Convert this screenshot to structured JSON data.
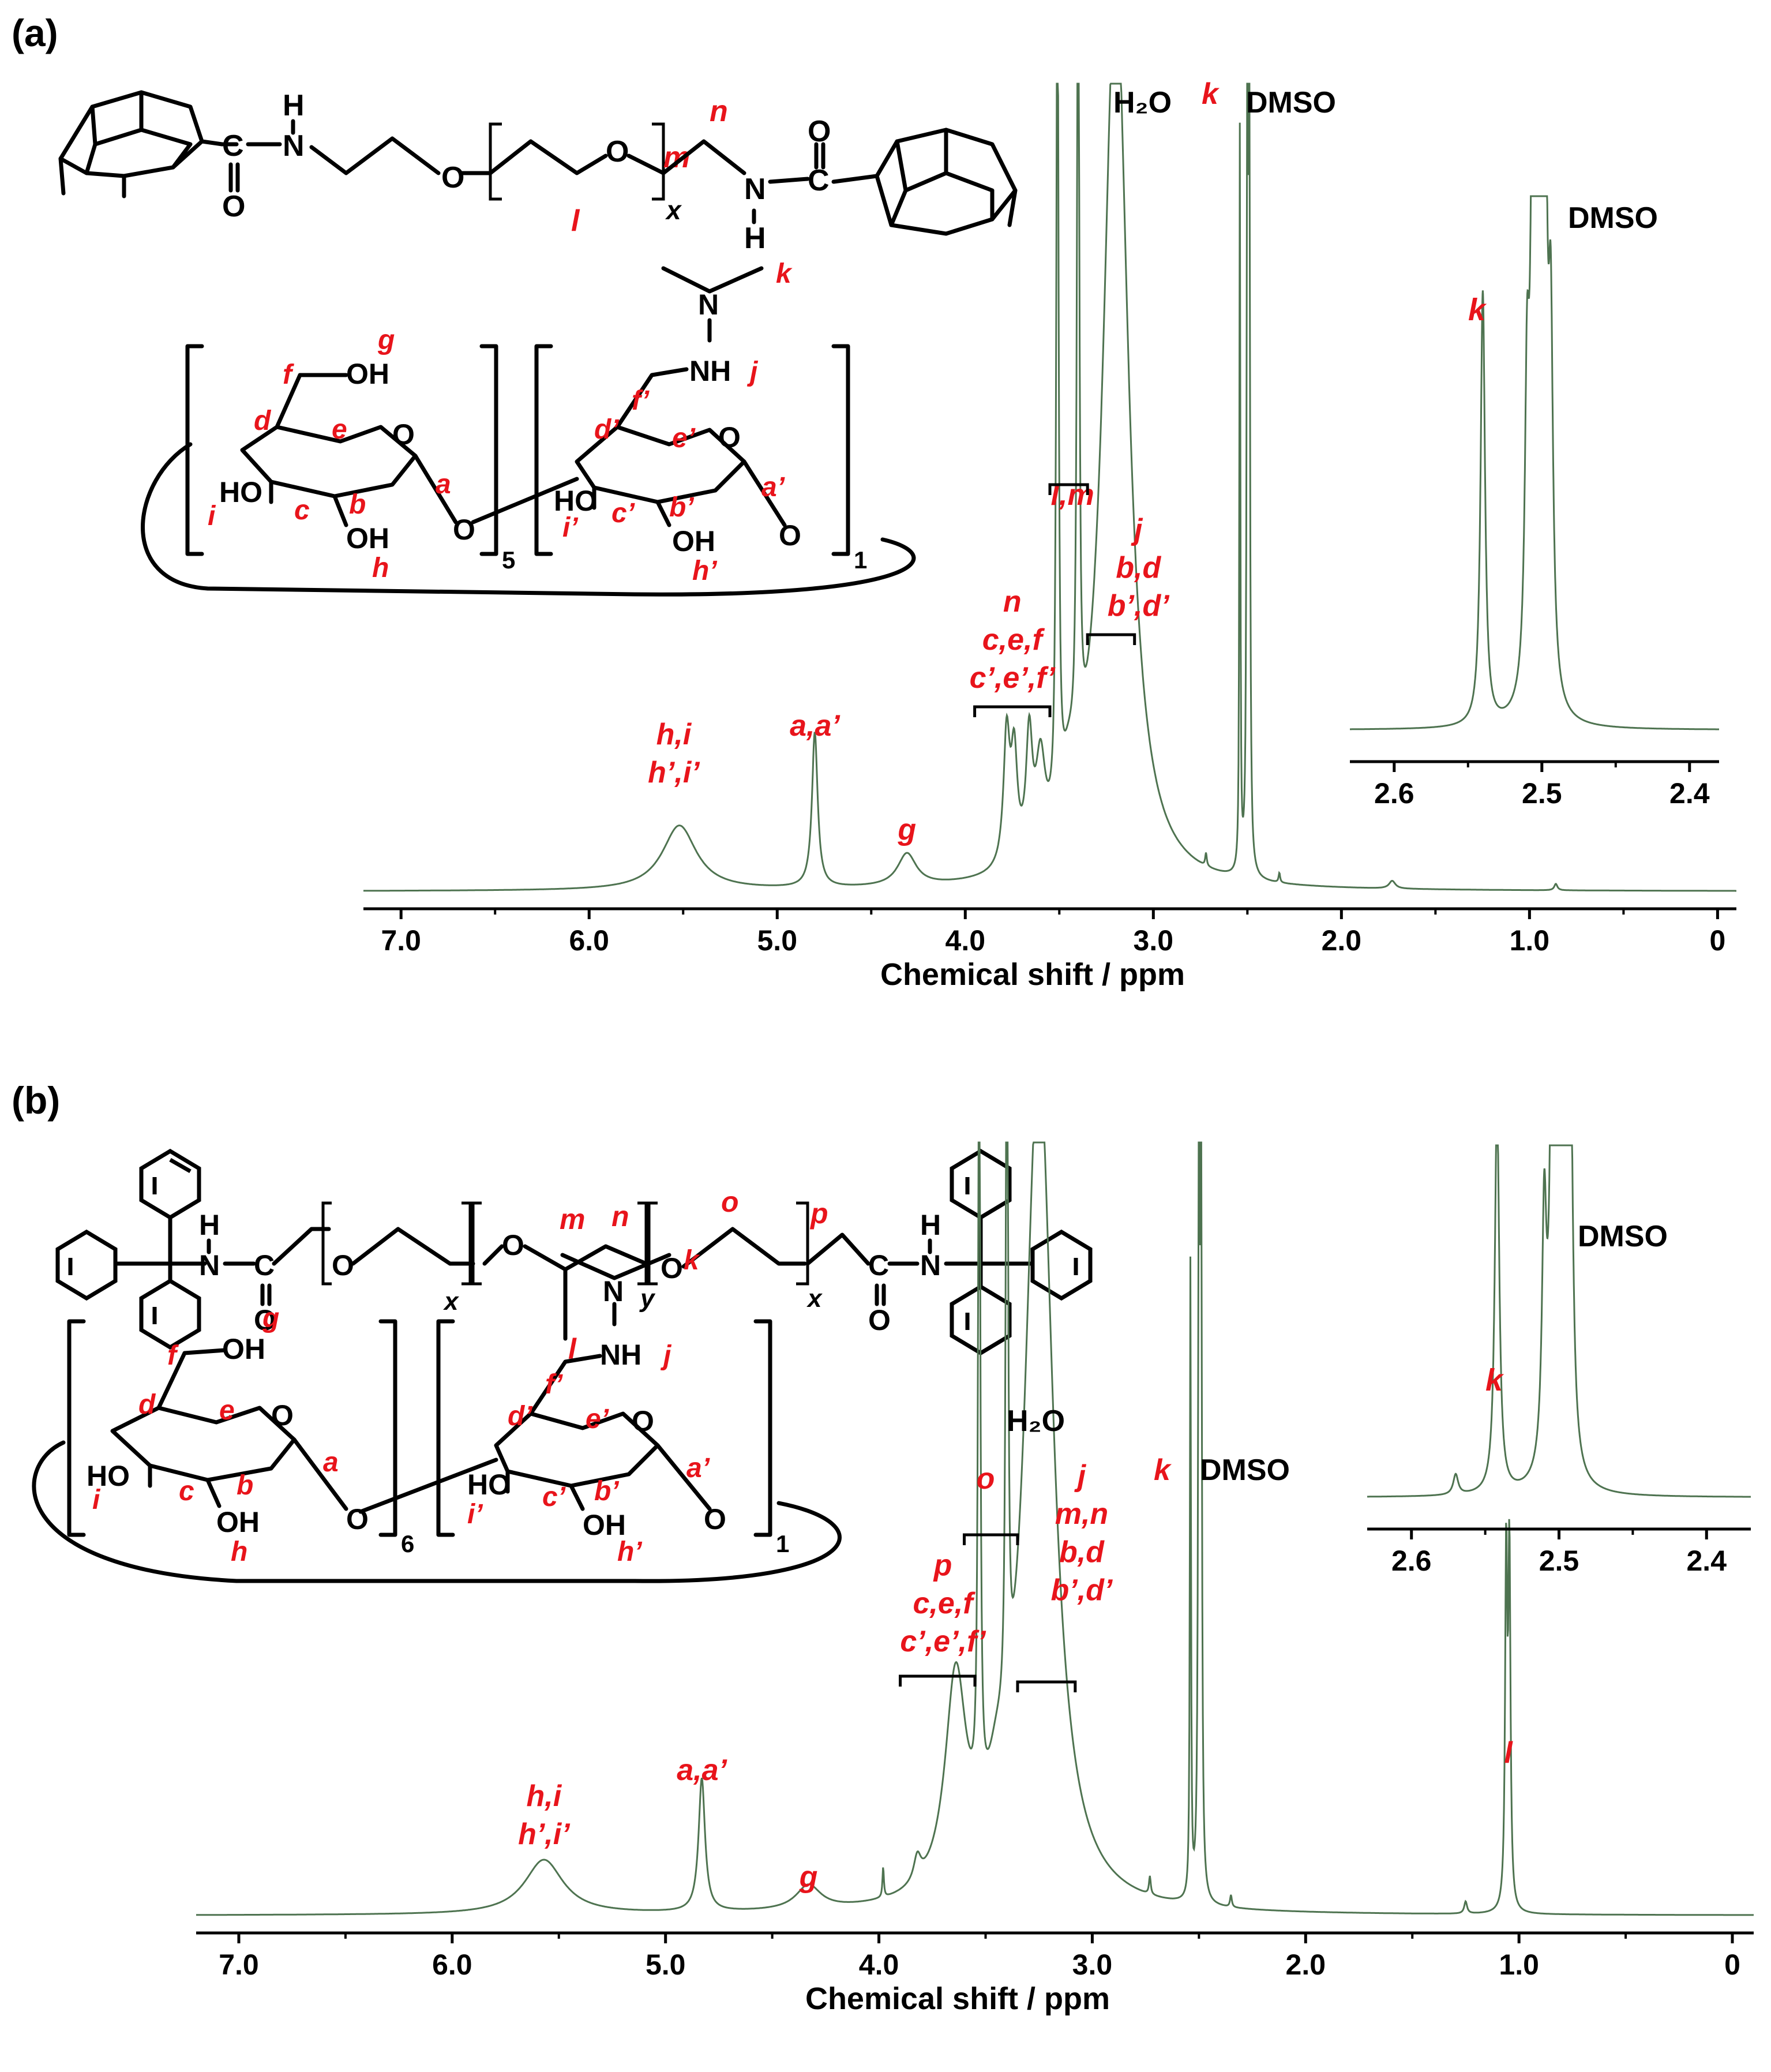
{
  "panels": [
    {
      "label": "(a)",
      "solvent_labels": {
        "water": "H₂O",
        "dmso": "DMSO",
        "k": "k"
      },
      "chart_data": {
        "type": "line",
        "xlabel": "Chemical shift / ppm",
        "xlim": [
          7.2,
          -0.1
        ],
        "xticks": [
          "7.0",
          "6.0",
          "5.0",
          "4.0",
          "3.0",
          "2.0",
          "1.0",
          "0"
        ],
        "peaks": [
          {
            "ppm": 5.52,
            "h": 0.1,
            "w": 0.11
          },
          {
            "ppm": 4.8,
            "h": 0.24,
            "w": 0.018
          },
          {
            "ppm": 4.31,
            "h": 0.05,
            "w": 0.06
          },
          {
            "ppm": 3.78,
            "h": 0.2,
            "w": 0.02
          },
          {
            "ppm": 3.74,
            "h": 0.16,
            "w": 0.02
          },
          {
            "ppm": 3.66,
            "h": 0.18,
            "w": 0.02
          },
          {
            "ppm": 3.6,
            "h": 0.14,
            "w": 0.03
          },
          {
            "ppm": 3.51,
            "h": 1.4,
            "w": 0.007
          },
          {
            "ppm": 3.4,
            "h": 1.4,
            "w": 0.007
          },
          {
            "ppm": 3.2,
            "h": 1.4,
            "w": 0.08
          },
          {
            "ppm": 3.45,
            "h": 0.08,
            "w": 0.05
          },
          {
            "ppm": 2.54,
            "h": 1.15,
            "w": 0.003
          },
          {
            "ppm": 2.5,
            "h": 1.4,
            "w": 0.004
          },
          {
            "ppm": 2.49,
            "h": 1.3,
            "w": 0.004
          },
          {
            "ppm": 2.72,
            "h": 0.02,
            "w": 0.005
          },
          {
            "ppm": 2.33,
            "h": 0.015,
            "w": 0.005
          },
          {
            "ppm": 1.73,
            "h": 0.012,
            "w": 0.02
          },
          {
            "ppm": 0.86,
            "h": 0.01,
            "w": 0.01
          }
        ],
        "annotations": [
          {
            "lines": [
              "h,i",
              "h’,i’"
            ],
            "ppm": 5.55
          },
          {
            "lines": [
              "a,a’"
            ],
            "ppm": 4.8
          },
          {
            "lines": [
              "g"
            ],
            "ppm": 4.31
          },
          {
            "lines": [
              "n",
              "c,e,f",
              "c’,e’,f’"
            ],
            "ppm": 3.75
          },
          {
            "lines": [
              "l,m"
            ],
            "ppm": 3.43
          },
          {
            "lines": [
              "j",
              "b,d",
              "b’,d’"
            ],
            "ppm": 3.08
          }
        ]
      },
      "inset": {
        "labels": {
          "k": "k",
          "dmso": "DMSO"
        },
        "chart_data": {
          "type": "line",
          "xlim": [
            2.63,
            2.38
          ],
          "xticks": [
            "2.6",
            "2.5",
            "2.4"
          ],
          "peaks": [
            {
              "ppm": 2.54,
              "h": 0.8,
              "w": 0.0018
            },
            {
              "ppm": 2.51,
              "h": 0.52,
              "w": 0.0018
            },
            {
              "ppm": 2.506,
              "h": 1.1,
              "w": 0.0018
            },
            {
              "ppm": 2.502,
              "h": 1.1,
              "w": 0.0018
            },
            {
              "ppm": 2.498,
              "h": 1.1,
              "w": 0.0018
            },
            {
              "ppm": 2.494,
              "h": 0.62,
              "w": 0.0018
            }
          ]
        }
      },
      "structure": {
        "top_chain": [
          "C",
          "O",
          "N",
          "H",
          "O",
          "O",
          "x",
          "N",
          "H",
          "C",
          "O"
        ],
        "top_red": [
          "l",
          "m",
          "n"
        ],
        "cd_black": [
          "OH",
          "O",
          "HO",
          "OH",
          "O",
          "5",
          "N",
          "NH",
          "O",
          "HO",
          "OH",
          "O",
          "1"
        ],
        "cd_red": [
          "g",
          "f",
          "d",
          "e",
          "a",
          "b",
          "c",
          "i",
          "h",
          "k",
          "j",
          "f’",
          "d’",
          "e’",
          "a’",
          "b’",
          "c’",
          "i’",
          "h’"
        ]
      }
    },
    {
      "label": "(b)",
      "solvent_labels": {
        "water": "H₂O",
        "dmso": "DMSO",
        "k": "k"
      },
      "chart_data": {
        "type": "line",
        "xlabel": "Chemical shift / ppm",
        "xlim": [
          7.2,
          -0.1
        ],
        "xticks": [
          "7.0",
          "6.0",
          "5.0",
          "4.0",
          "3.0",
          "2.0",
          "1.0",
          "0"
        ],
        "peaks": [
          {
            "ppm": 5.57,
            "h": 0.09,
            "w": 0.11
          },
          {
            "ppm": 4.83,
            "h": 0.22,
            "w": 0.018
          },
          {
            "ppm": 4.33,
            "h": 0.04,
            "w": 0.07
          },
          {
            "ppm": 3.64,
            "h": 0.35,
            "w": 0.06
          },
          {
            "ppm": 3.82,
            "h": 0.04,
            "w": 0.02
          },
          {
            "ppm": 3.98,
            "h": 0.05,
            "w": 0.004
          },
          {
            "ppm": 3.53,
            "h": 1.4,
            "w": 0.006
          },
          {
            "ppm": 3.4,
            "h": 1.4,
            "w": 0.006
          },
          {
            "ppm": 3.25,
            "h": 1.4,
            "w": 0.08
          },
          {
            "ppm": 3.45,
            "h": 0.08,
            "w": 0.05
          },
          {
            "ppm": 2.54,
            "h": 1.05,
            "w": 0.003
          },
          {
            "ppm": 2.5,
            "h": 1.4,
            "w": 0.004
          },
          {
            "ppm": 2.49,
            "h": 1.3,
            "w": 0.004
          },
          {
            "ppm": 2.73,
            "h": 0.03,
            "w": 0.005
          },
          {
            "ppm": 2.35,
            "h": 0.02,
            "w": 0.005
          },
          {
            "ppm": 1.25,
            "h": 0.02,
            "w": 0.008
          },
          {
            "ppm": 1.06,
            "h": 0.58,
            "w": 0.006
          },
          {
            "ppm": 1.045,
            "h": 0.58,
            "w": 0.006
          }
        ],
        "annotations": [
          {
            "lines": [
              "h,i",
              "h’,i’"
            ],
            "ppm": 5.57
          },
          {
            "lines": [
              "a,a’"
            ],
            "ppm": 4.83
          },
          {
            "lines": [
              "g"
            ],
            "ppm": 4.33
          },
          {
            "lines": [
              "p",
              "c,e,f",
              "c’,e’,f’"
            ],
            "ppm": 3.7
          },
          {
            "lines": [
              "o"
            ],
            "ppm": 3.5
          },
          {
            "lines": [
              "j",
              "m,n",
              "b,d",
              "b’,d’"
            ],
            "ppm": 3.05
          },
          {
            "lines": [
              "l"
            ],
            "ppm": 1.05
          }
        ]
      },
      "inset": {
        "labels": {
          "k": "k",
          "dmso": "DMSO"
        },
        "chart_data": {
          "type": "line",
          "xlim": [
            2.63,
            2.37
          ],
          "xticks": [
            "2.6",
            "2.5",
            "2.4"
          ],
          "peaks": [
            {
              "ppm": 2.57,
              "h": 0.04,
              "w": 0.002
            },
            {
              "ppm": 2.542,
              "h": 0.78,
              "w": 0.0018
            },
            {
              "ppm": 2.51,
              "h": 0.48,
              "w": 0.0018
            },
            {
              "ppm": 2.504,
              "h": 1.2,
              "w": 0.0018
            },
            {
              "ppm": 2.5,
              "h": 1.2,
              "w": 0.0018
            },
            {
              "ppm": 2.496,
              "h": 1.2,
              "w": 0.0018
            },
            {
              "ppm": 2.492,
              "h": 0.6,
              "w": 0.0018
            }
          ]
        }
      },
      "structure": {
        "top_chain": [
          "H",
          "N",
          "C",
          "O",
          "O",
          "x",
          "O",
          "y",
          "O",
          "x",
          "C",
          "O",
          "N",
          "H"
        ],
        "top_red": [
          "m",
          "n",
          "l",
          "o",
          "p"
        ],
        "cd_black": [
          "OH",
          "O",
          "HO",
          "OH",
          "O",
          "6",
          "N",
          "NH",
          "O",
          "HO",
          "OH",
          "O",
          "1"
        ],
        "cd_red": [
          "g",
          "f",
          "d",
          "e",
          "a",
          "b",
          "c",
          "i",
          "h",
          "k",
          "j",
          "f’",
          "d’",
          "e’",
          "a’",
          "b’",
          "c’",
          "i’",
          "h’"
        ]
      }
    }
  ]
}
